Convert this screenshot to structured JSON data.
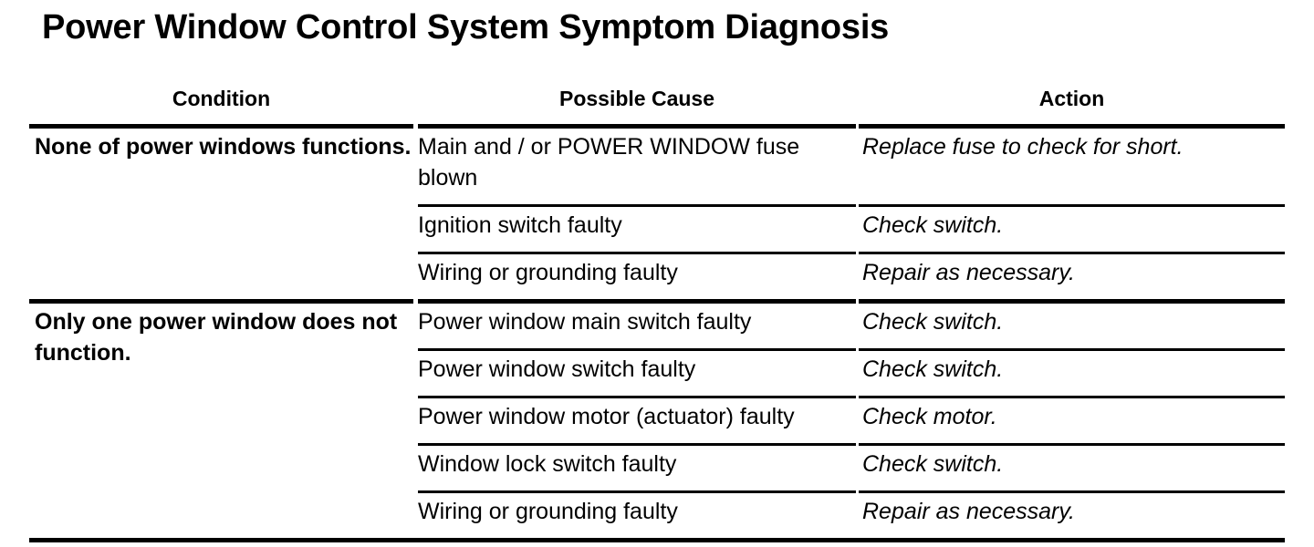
{
  "document": {
    "title": "Power Window Control System Symptom Diagnosis"
  },
  "table": {
    "headers": {
      "condition": "Condition",
      "possible_cause": "Possible Cause",
      "action": "Action"
    },
    "sections": [
      {
        "condition": "None of power windows functions.",
        "rows": [
          {
            "possible_cause": "Main and / or POWER WINDOW fuse blown",
            "action": "Replace fuse to check for short."
          },
          {
            "possible_cause": "Ignition switch faulty",
            "action": "Check switch."
          },
          {
            "possible_cause": "Wiring or grounding faulty",
            "action": "Repair as necessary."
          }
        ]
      },
      {
        "condition": "Only one power window does not function.",
        "rows": [
          {
            "possible_cause": "Power window main switch faulty",
            "action": "Check switch."
          },
          {
            "possible_cause": "Power window switch faulty",
            "action": "Check switch."
          },
          {
            "possible_cause": "Power window motor (actuator) faulty",
            "action": "Check motor."
          },
          {
            "possible_cause": "Window lock switch faulty",
            "action": "Check switch."
          },
          {
            "possible_cause": "Wiring or grounding faulty",
            "action": "Repair as necessary."
          }
        ]
      }
    ]
  },
  "style": {
    "text_color": "#000000",
    "background_color": "#ffffff",
    "rule_color": "#000000"
  }
}
